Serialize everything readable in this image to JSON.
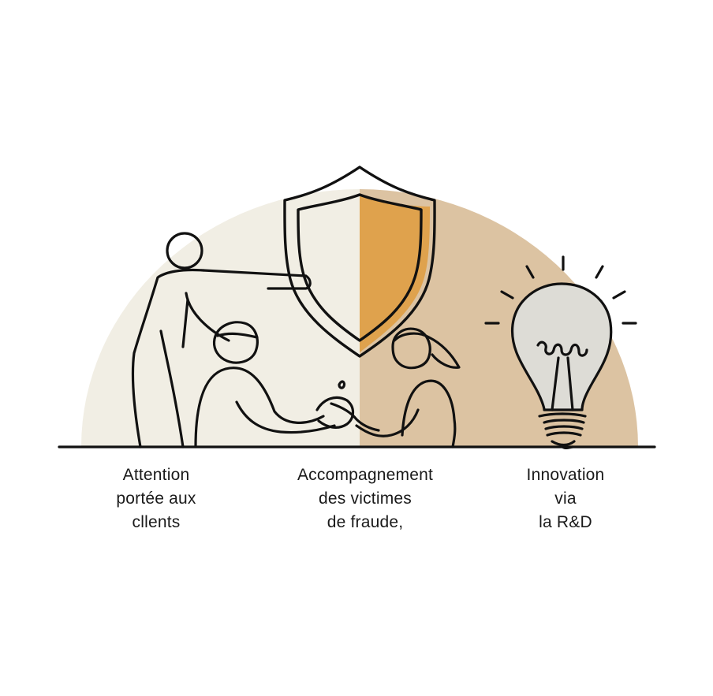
{
  "captions": {
    "client_care": {
      "lines": [
        "Attention",
        "portée aux",
        "cllents"
      ]
    },
    "fraud_support": {
      "lines": [
        "Accompagnement",
        "des victimes",
        "de fraude,"
      ]
    },
    "innovation": {
      "lines": [
        "Innovation",
        "via",
        "la R&D"
      ]
    }
  },
  "icons": [
    "person-pointing-icon",
    "shield-icon",
    "seated-man-icon",
    "seated-woman-icon",
    "handshake-icon",
    "lightbulb-icon"
  ],
  "colors": {
    "background": "#ffffff",
    "half_dome_left": "#f1eee4",
    "half_dome_right": "#dcc3a2",
    "shield_right": "#dfa24d",
    "bulb_glass": "#dddcd6",
    "line": "#111111"
  }
}
